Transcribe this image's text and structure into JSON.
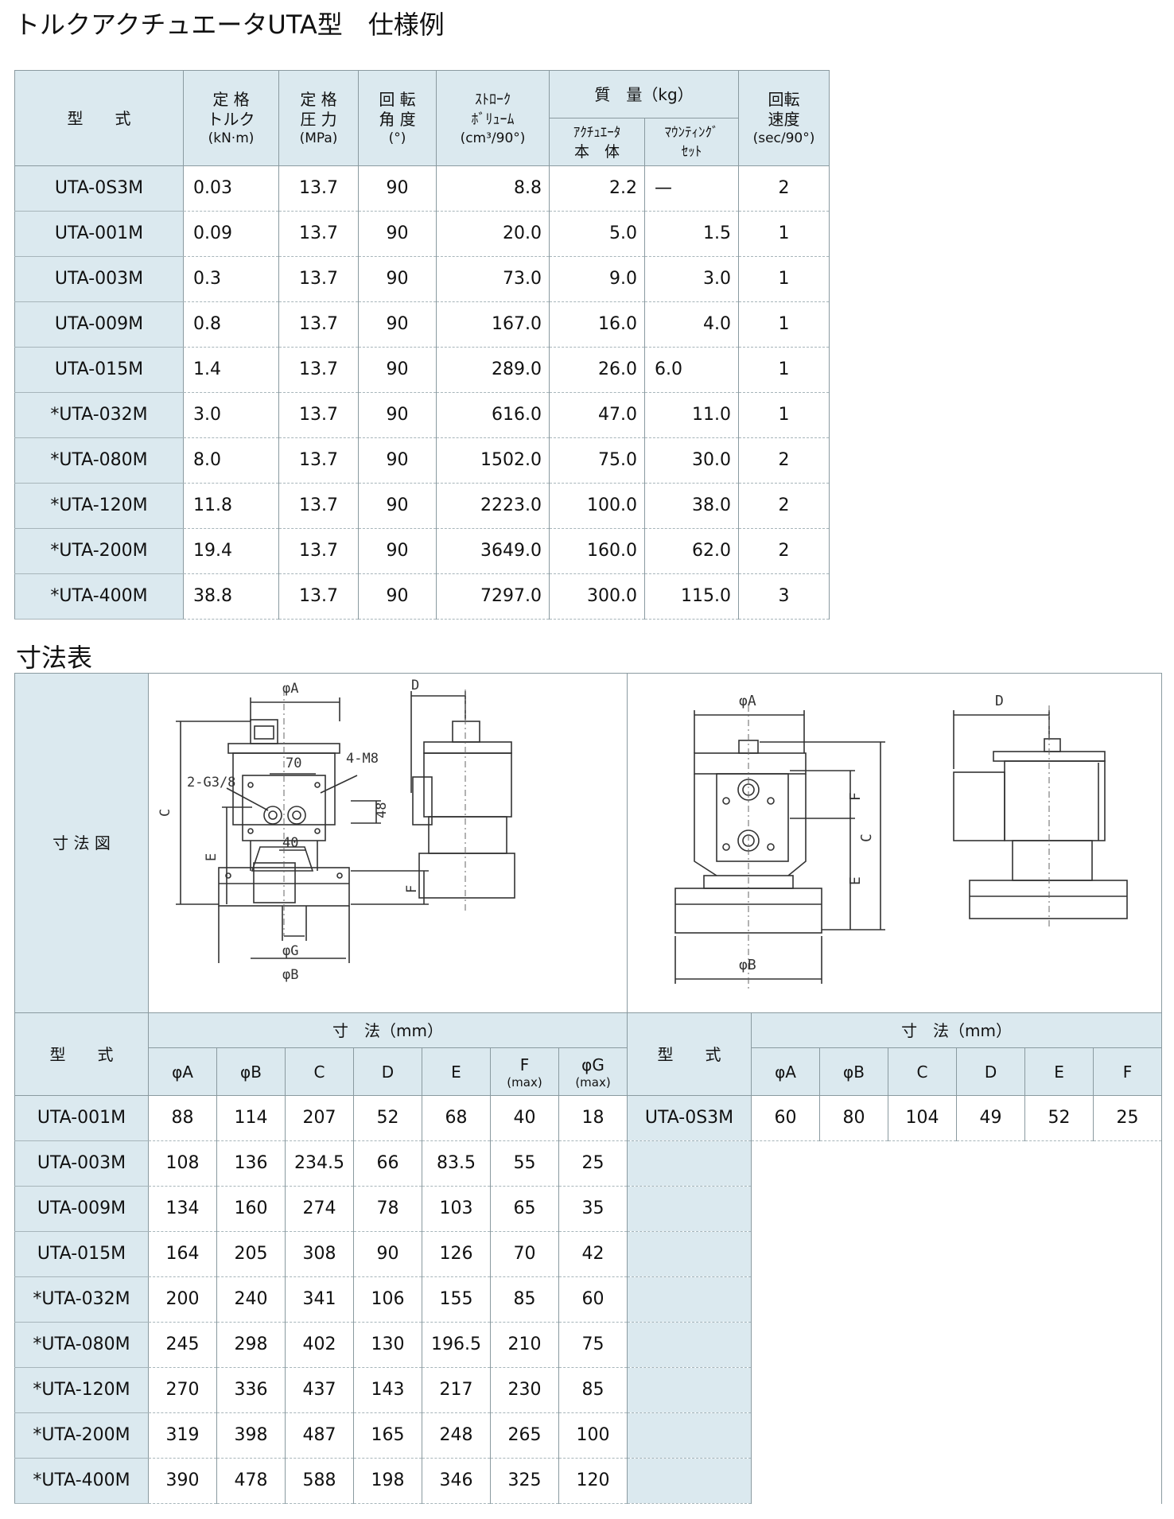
{
  "page_title": "トルクアクチュエータUTA型　仕様例",
  "spec_table": {
    "headers": {
      "model": "型　　式",
      "torque": [
        "定 格",
        "トルク",
        "(kN·m)"
      ],
      "pressure": [
        "定 格",
        "圧 力",
        "(MPa)"
      ],
      "angle": [
        "回 転",
        "角 度",
        "(°)"
      ],
      "stroke": [
        "ｽﾄﾛｰｸ",
        "ﾎﾞﾘｭｰﾑ",
        "(cm³/90°)"
      ],
      "mass": "質　量（kg）",
      "mass_body": [
        "ｱｸﾁｭｴｰﾀ",
        "本　体"
      ],
      "mass_mount": [
        "ﾏｳﾝﾃｨﾝｸﾞ",
        "ｾｯﾄ"
      ],
      "speed": [
        "回転",
        "速度",
        "(sec/90°)"
      ]
    },
    "rows": [
      {
        "model": "UTA-0S3M",
        "torque": "0.03",
        "pressure": "13.7",
        "angle": "90",
        "stroke": "8.8",
        "body": "2.2",
        "mount": "—",
        "speed": "2"
      },
      {
        "model": "UTA-001M",
        "torque": "0.09",
        "pressure": "13.7",
        "angle": "90",
        "stroke": "20.0",
        "body": "5.0",
        "mount": "1.5",
        "speed": "1"
      },
      {
        "model": "UTA-003M",
        "torque": "0.3",
        "pressure": "13.7",
        "angle": "90",
        "stroke": "73.0",
        "body": "9.0",
        "mount": "3.0",
        "speed": "1"
      },
      {
        "model": "UTA-009M",
        "torque": "0.8",
        "pressure": "13.7",
        "angle": "90",
        "stroke": "167.0",
        "body": "16.0",
        "mount": "4.0",
        "speed": "1"
      },
      {
        "model": "UTA-015M",
        "torque": "1.4",
        "pressure": "13.7",
        "angle": "90",
        "stroke": "289.0",
        "body": "26.0",
        "mount": "6.0",
        "speed": "1"
      },
      {
        "model": "*UTA-032M",
        "torque": "3.0",
        "pressure": "13.7",
        "angle": "90",
        "stroke": "616.0",
        "body": "47.0",
        "mount": "11.0",
        "speed": "1"
      },
      {
        "model": "*UTA-080M",
        "torque": "8.0",
        "pressure": "13.7",
        "angle": "90",
        "stroke": "1502.0",
        "body": "75.0",
        "mount": "30.0",
        "speed": "2"
      },
      {
        "model": "*UTA-120M",
        "torque": "11.8",
        "pressure": "13.7",
        "angle": "90",
        "stroke": "2223.0",
        "body": "100.0",
        "mount": "38.0",
        "speed": "2"
      },
      {
        "model": "*UTA-200M",
        "torque": "19.4",
        "pressure": "13.7",
        "angle": "90",
        "stroke": "3649.0",
        "body": "160.0",
        "mount": "62.0",
        "speed": "2"
      },
      {
        "model": "*UTA-400M",
        "torque": "38.8",
        "pressure": "13.7",
        "angle": "90",
        "stroke": "7297.0",
        "body": "300.0",
        "mount": "115.0",
        "speed": "3"
      }
    ]
  },
  "dims_section_title": "寸法表",
  "dims_table": {
    "drawing_label": "寸 法 図",
    "drawing_labels": {
      "phiA": "φA",
      "phiB": "φB",
      "phiG": "φG",
      "C": "C",
      "D": "D",
      "E": "E",
      "F": "F",
      "dim70": "70",
      "dim40": "40",
      "dim48": "48",
      "m8": "4-M8",
      "g38": "2-G3/8"
    },
    "model_header": "型　　式",
    "dims_header": "寸　法（mm）",
    "cols_left": [
      "φA",
      "φB",
      "C",
      "D",
      "E",
      "F",
      "φG"
    ],
    "max_label": "(max)",
    "cols_right": [
      "φA",
      "φB",
      "C",
      "D",
      "E",
      "F"
    ],
    "rows_left": [
      {
        "model": "UTA-001M",
        "vals": [
          "88",
          "114",
          "207",
          "52",
          "68",
          "40",
          "18"
        ]
      },
      {
        "model": "UTA-003M",
        "vals": [
          "108",
          "136",
          "234.5",
          "66",
          "83.5",
          "55",
          "25"
        ]
      },
      {
        "model": "UTA-009M",
        "vals": [
          "134",
          "160",
          "274",
          "78",
          "103",
          "65",
          "35"
        ]
      },
      {
        "model": "UTA-015M",
        "vals": [
          "164",
          "205",
          "308",
          "90",
          "126",
          "70",
          "42"
        ]
      },
      {
        "model": "*UTA-032M",
        "vals": [
          "200",
          "240",
          "341",
          "106",
          "155",
          "85",
          "60"
        ]
      },
      {
        "model": "*UTA-080M",
        "vals": [
          "245",
          "298",
          "402",
          "130",
          "196.5",
          "210",
          "75"
        ]
      },
      {
        "model": "*UTA-120M",
        "vals": [
          "270",
          "336",
          "437",
          "143",
          "217",
          "230",
          "85"
        ]
      },
      {
        "model": "*UTA-200M",
        "vals": [
          "319",
          "398",
          "487",
          "165",
          "248",
          "265",
          "100"
        ]
      },
      {
        "model": "*UTA-400M",
        "vals": [
          "390",
          "478",
          "588",
          "198",
          "346",
          "325",
          "120"
        ]
      }
    ],
    "row_right": {
      "model": "UTA-0S3M",
      "vals": [
        "60",
        "80",
        "104",
        "49",
        "52",
        "25"
      ]
    }
  }
}
